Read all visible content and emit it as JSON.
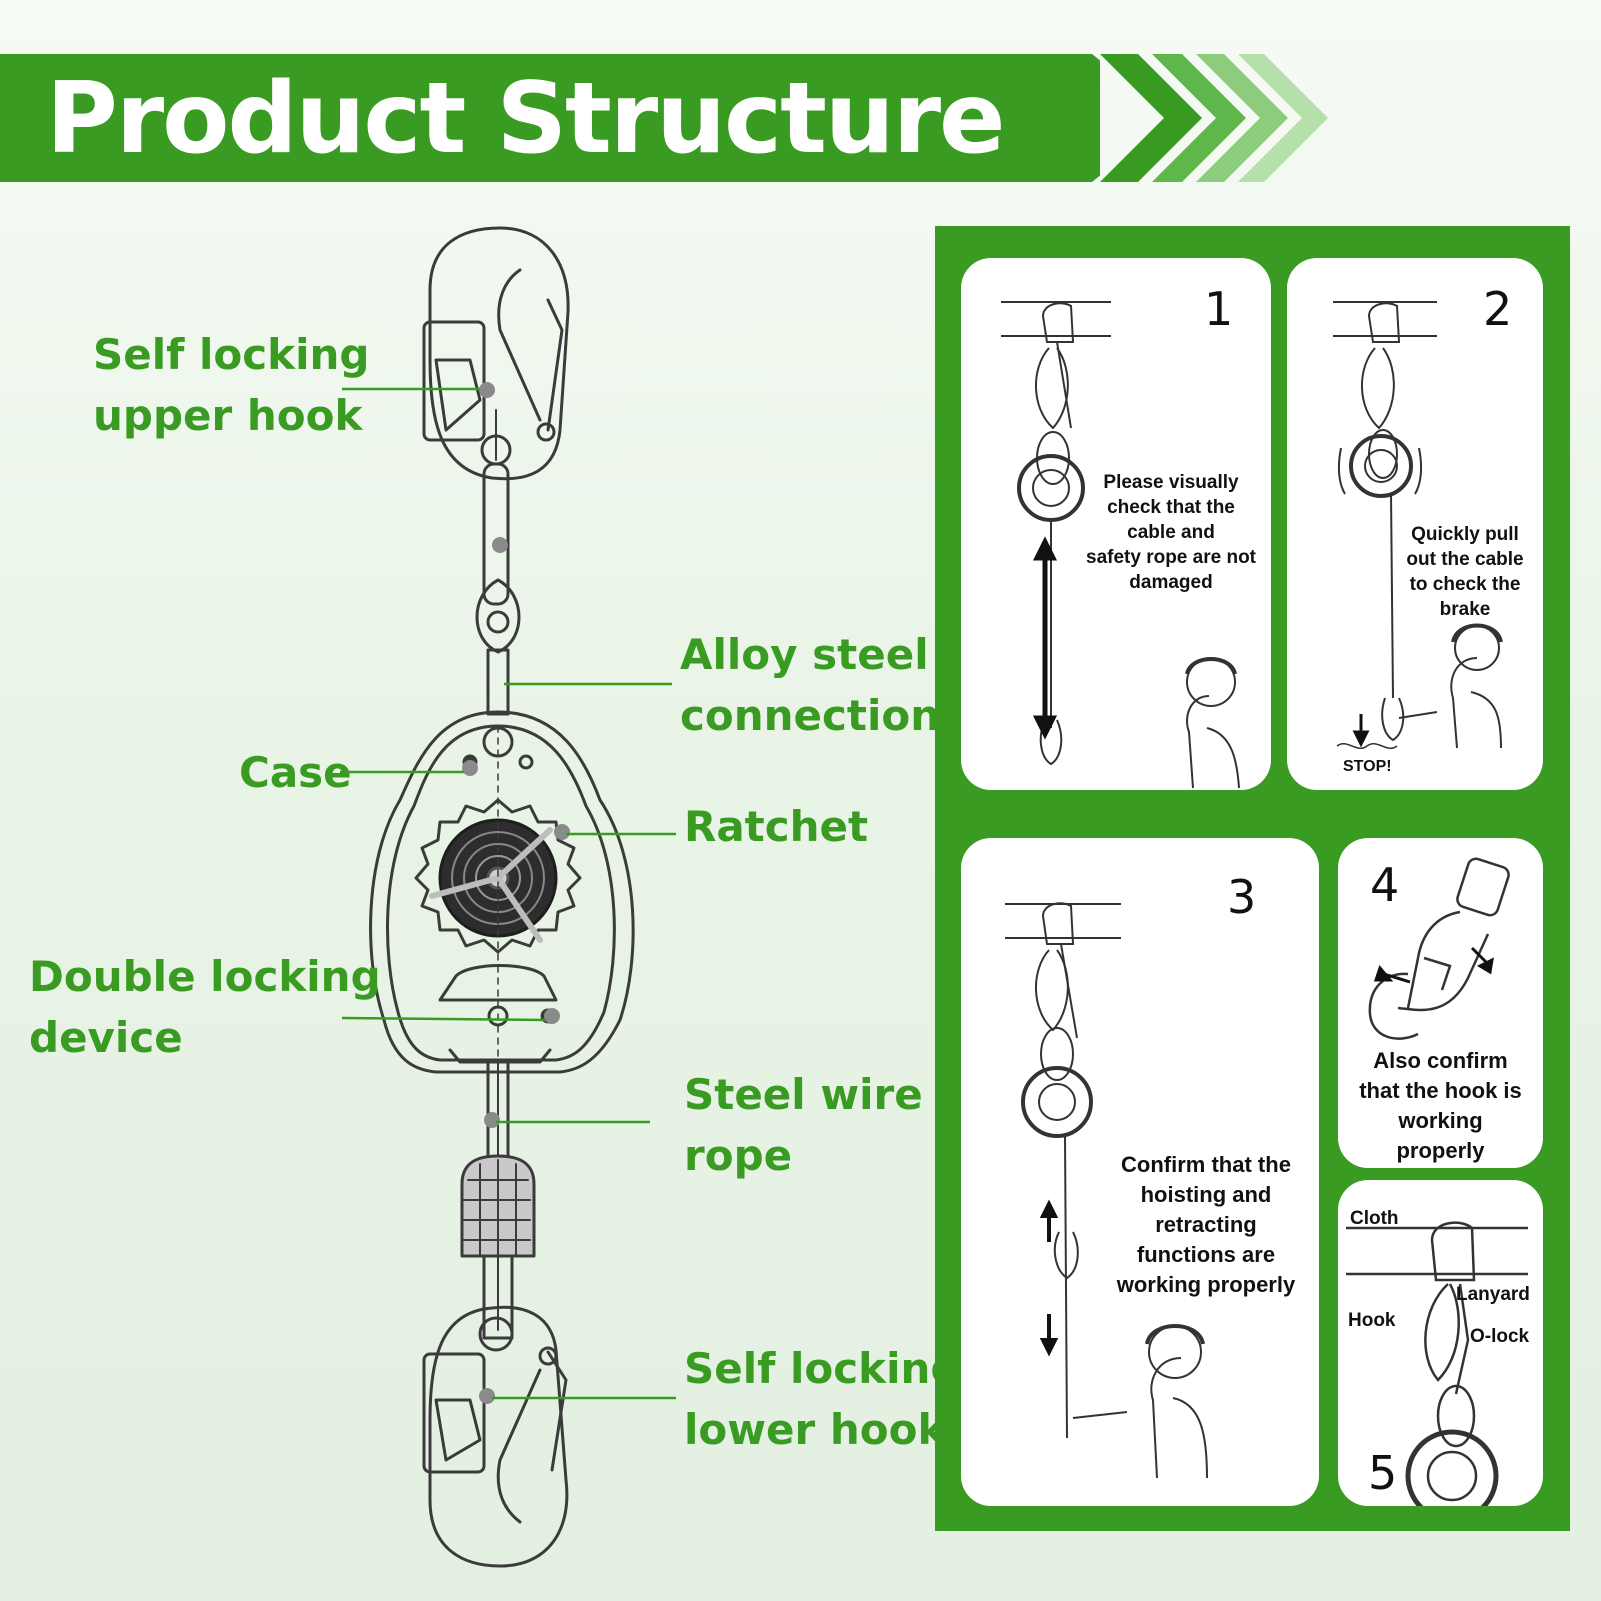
{
  "header": {
    "title": "Product Structure"
  },
  "callouts": {
    "upper_hook": "Self locking\nupper hook",
    "alloy_connection": "Alloy steel\nconnection",
    "case": "Case",
    "ratchet": "Ratchet",
    "double_locking": "Double locking\ndevice",
    "steel_wire": "Steel wire\nrope",
    "lower_hook": "Self locking\nlower hook"
  },
  "steps": [
    {
      "number": "1",
      "text": "Please visually\ncheck that the\ncable and\nsafety rope are not\ndamaged"
    },
    {
      "number": "2",
      "text": "Quickly pull\nout the cable\nto check the\nbrake",
      "stop_label": "STOP!"
    },
    {
      "number": "3",
      "text": "Confirm that the\nhoisting and\nretracting\nfunctions are\nworking properly"
    },
    {
      "number": "4",
      "text": "Also confirm\nthat the hook is\nworking\nproperly"
    },
    {
      "number": "5",
      "labels": {
        "cloth": "Cloth",
        "lanyard": "Lanyard",
        "hook": "Hook",
        "olock": "O-lock"
      }
    }
  ],
  "colors": {
    "brand_green": "#3a9b23",
    "light_green": "#a9d79b",
    "line": "#3b3b3b"
  }
}
